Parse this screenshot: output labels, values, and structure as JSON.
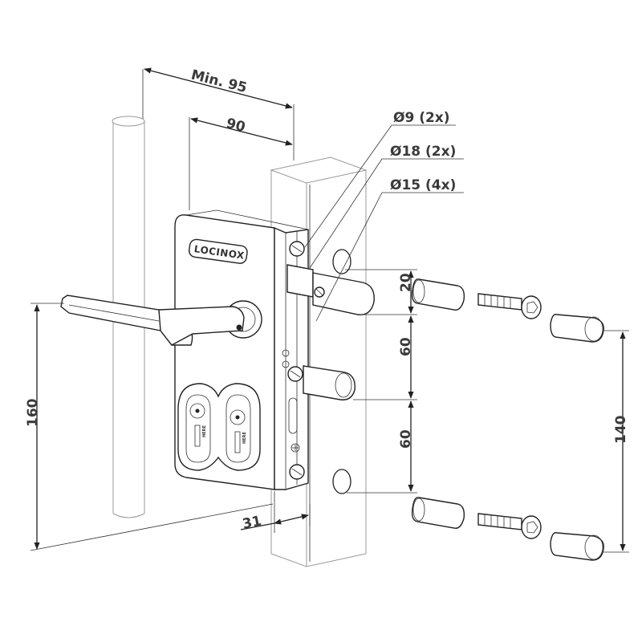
{
  "dimensions": {
    "min_width": "Min. 95",
    "width": "90",
    "hole_small": "Ø9 (2x)",
    "hole_large": "Ø18 (2x)",
    "hole_medium": "Ø15 (4x)",
    "spacing_top": "20",
    "spacing_mid": "60",
    "spacing_bottom": "60",
    "height": "160",
    "backset": "31",
    "screw_spacing": "140"
  },
  "product": {
    "brand": "LOCINOX"
  }
}
